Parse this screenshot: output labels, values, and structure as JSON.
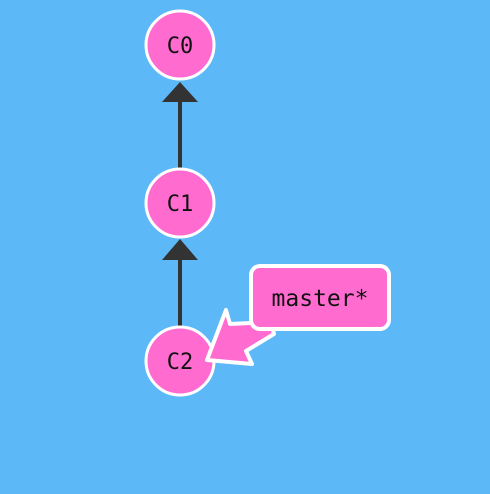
{
  "colors": {
    "background": "#5db8f8",
    "commit_fill": "#ff6bcf",
    "commit_stroke": "#ffffff",
    "edge": "#333333",
    "branch_fill": "#ff6bcf",
    "branch_stroke": "#ffffff"
  },
  "graph": {
    "commits": [
      {
        "id": "C0"
      },
      {
        "id": "C1"
      },
      {
        "id": "C2"
      }
    ],
    "edges": [
      {
        "from": "C1",
        "to": "C0"
      },
      {
        "from": "C2",
        "to": "C1"
      }
    ],
    "branch": {
      "label": "master*",
      "points_to": "C2"
    }
  }
}
